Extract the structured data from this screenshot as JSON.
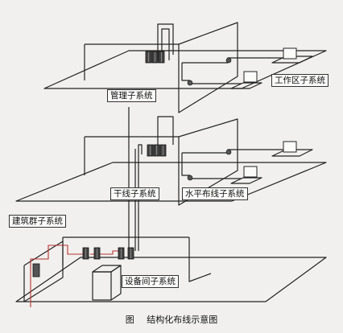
{
  "labels": {
    "management": "管理子系统",
    "work_area": "工作区子系统",
    "backbone": "干线子系统",
    "horizontal": "水平布线子系统",
    "building_group": "建筑群子系统",
    "equipment_room": "设备间子系统"
  },
  "caption": {
    "prefix": "图",
    "title": "结构化布线示意图"
  },
  "colors": {
    "background": "#f1f0ee",
    "line": "#222222",
    "cable_red": "#b8322e"
  }
}
